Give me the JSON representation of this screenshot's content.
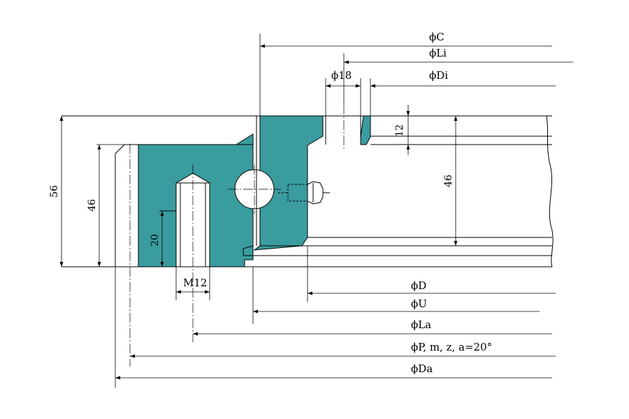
{
  "colors": {
    "section_fill": "#3a9c9e",
    "line": "#000000",
    "background": "#ffffff"
  },
  "dimensions": {
    "C": "ϕC",
    "Li": "ϕLi",
    "d18": "ϕ18",
    "Di": "ϕDi",
    "h12": "12",
    "h46_right": "46",
    "h56": "56",
    "h46_left": "46",
    "h20": "20",
    "m12": "M12",
    "D": "ϕD",
    "U": "ϕU",
    "La": "ϕLa",
    "P": "ϕP, m, z,  a=20°",
    "Da": "ϕDa"
  }
}
